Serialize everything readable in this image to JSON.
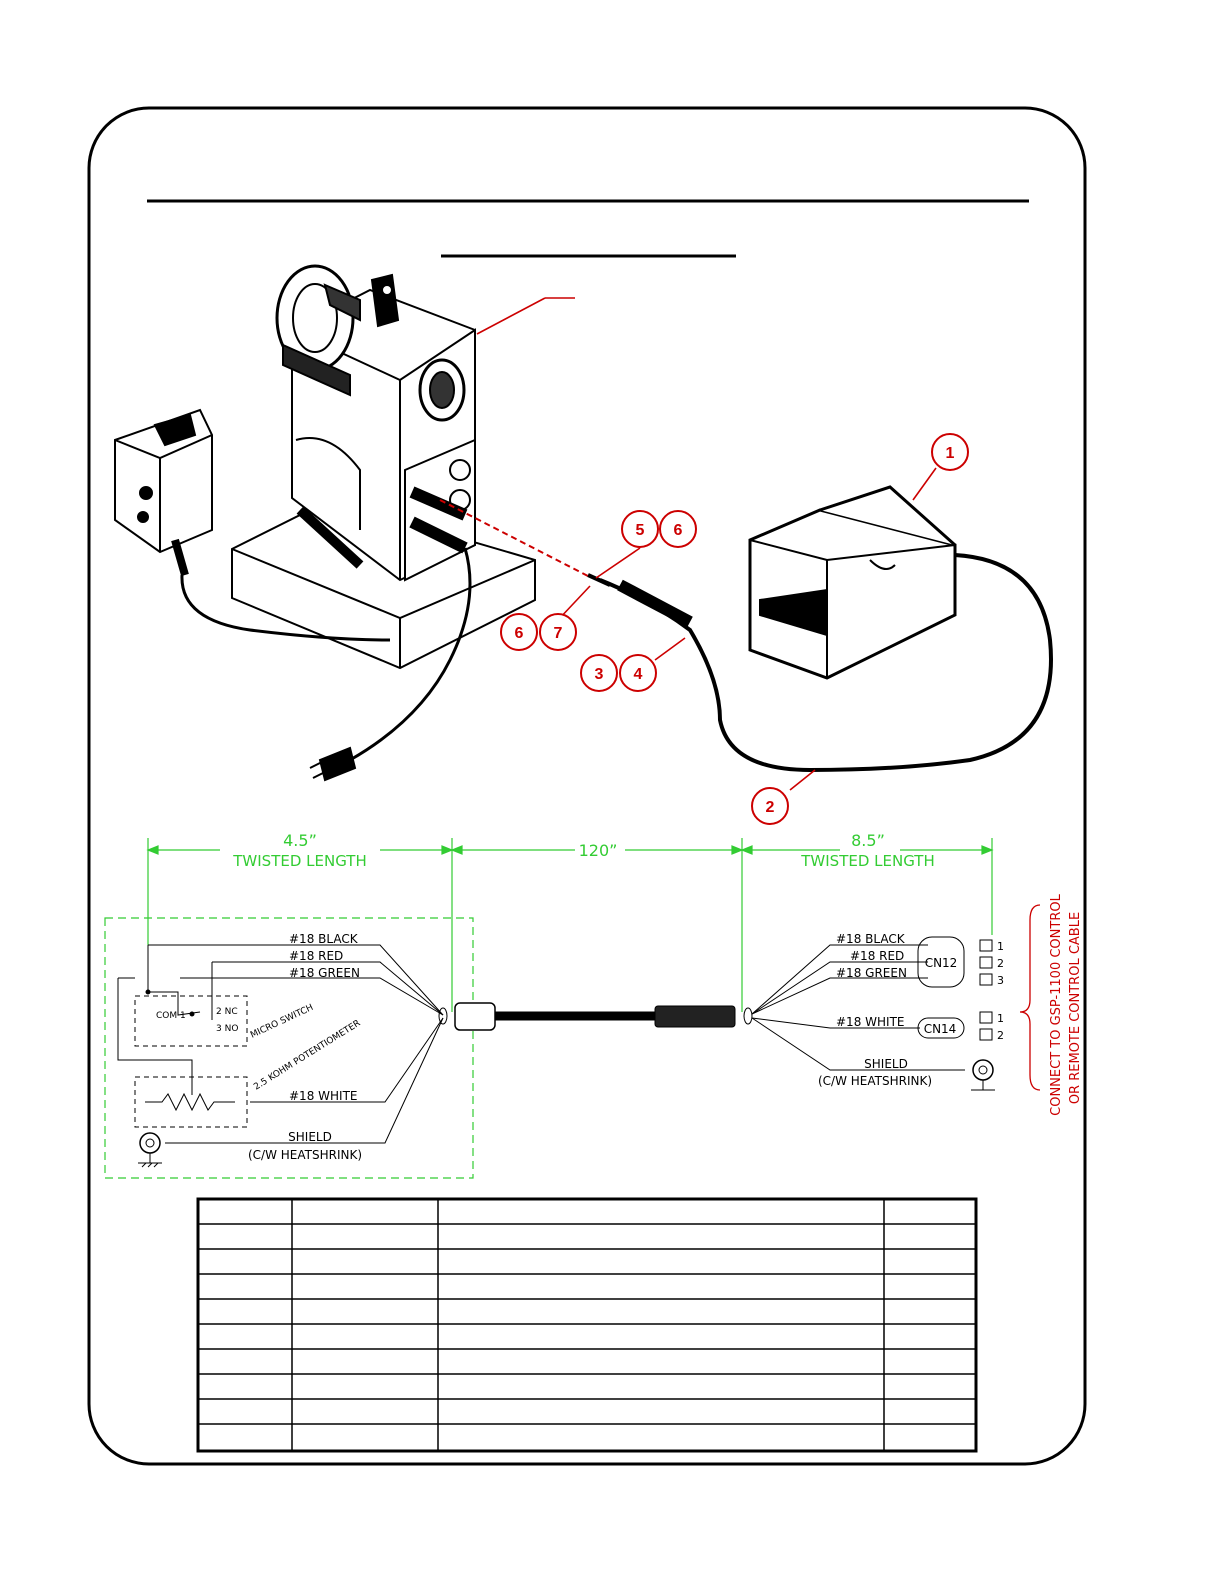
{
  "callouts": [
    "1",
    "2",
    "3",
    "4",
    "5",
    "6",
    "6",
    "7"
  ],
  "dimensions": {
    "left_length": "4.5”",
    "left_caption": "TWISTED LENGTH",
    "middle_length": "120”",
    "right_length": "8.5”",
    "right_caption": "TWISTED LENGTH"
  },
  "left_wiring": {
    "wire_black": "#18 BLACK",
    "wire_red": "#18 RED",
    "wire_green": "#18 GREEN",
    "wire_white": "#18 WHITE",
    "shield": "SHIELD",
    "shield_note": "(C/W HEATSHRINK)",
    "switch_com": "COM 1",
    "switch_nc": "2 NC",
    "switch_no": "3 NO",
    "switch_label": "MICRO SWITCH",
    "pot_label": "2.5 KOHM POTENTIOMETER"
  },
  "right_wiring": {
    "wire_black": "#18 BLACK",
    "wire_red": "#18 RED",
    "wire_green": "#18 GREEN",
    "wire_white": "#18 WHITE",
    "cn12": "CN12",
    "cn14": "CN14",
    "cn12_pins": [
      "1",
      "2",
      "3"
    ],
    "cn14_pins": [
      "1",
      "2"
    ],
    "shield": "SHIELD",
    "shield_note": "(C/W HEATSHRINK)",
    "connect_note_1": "CONNECT TO GSP-1100 CONTROL",
    "connect_note_2": "OR REMOTE CONTROL CABLE"
  },
  "colors": {
    "callout": "#cc0000",
    "dimension": "#33cc33",
    "line": "#000000"
  },
  "parts_table": {
    "rows": 10,
    "columns": 4
  }
}
